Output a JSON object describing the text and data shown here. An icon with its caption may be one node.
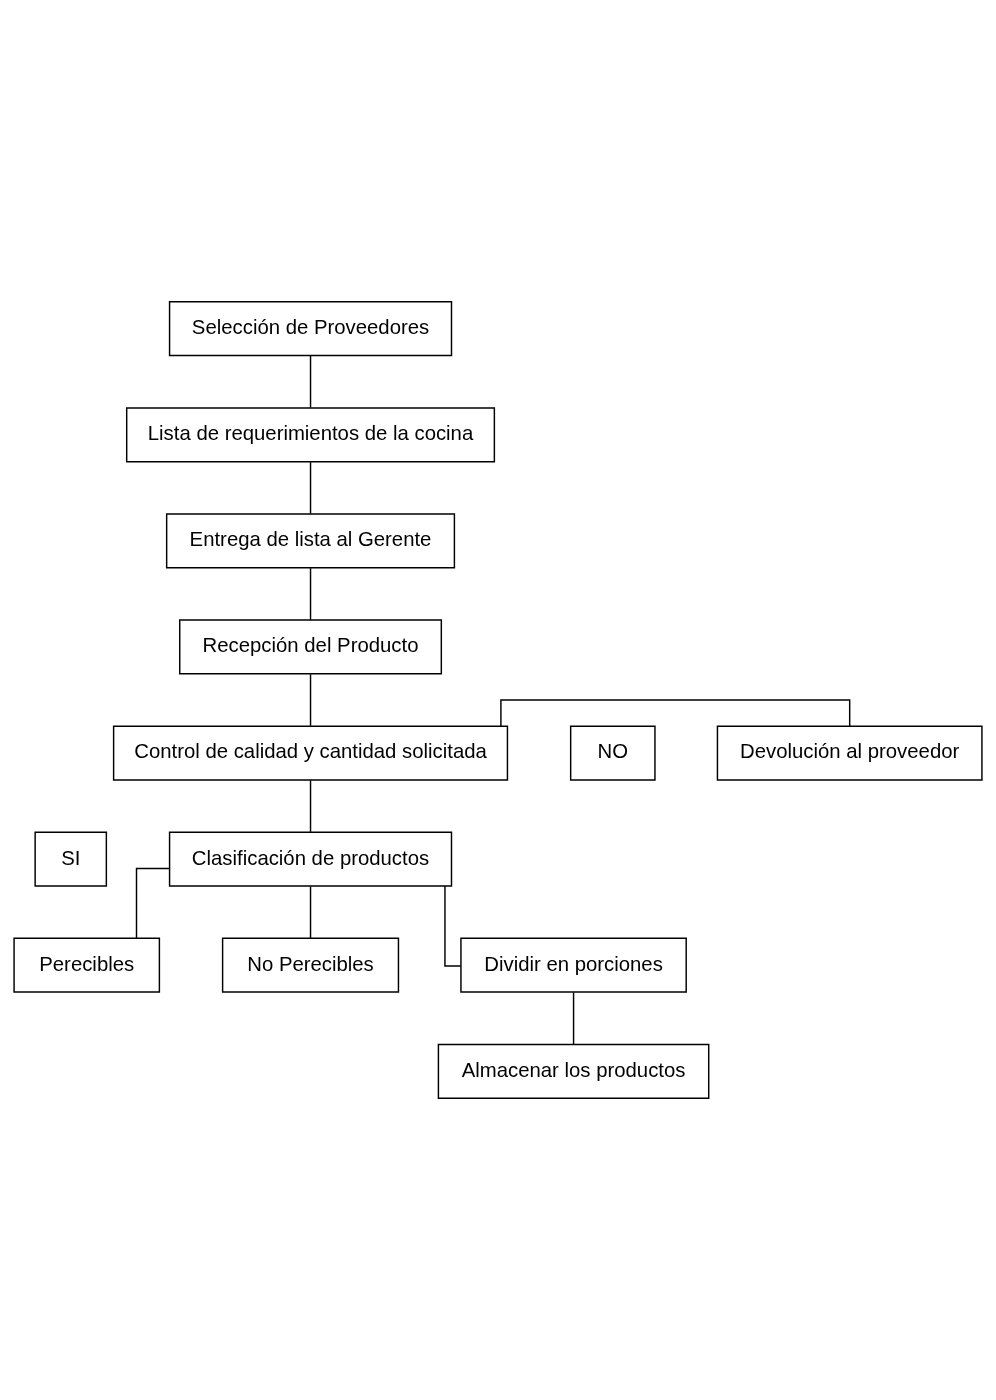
{
  "diagram": {
    "nodes": [
      {
        "text": [
          "Selección de Proveedores"
        ]
      },
      {
        "text": [
          "Lista de requerimientos de la cocina"
        ]
      },
      {
        "text": [
          "Entrega de lista al Gerente"
        ]
      },
      {
        "text": [
          "Recepción del Producto"
        ]
      },
      {
        "text": [
          "Control de calidad y cantidad solicitada"
        ]
      },
      {
        "text": [
          "Devolución al proveedor"
        ]
      },
      {
        "text": [
          "NO"
        ]
      },
      {
        "text": [
          "SI"
        ]
      },
      {
        "text": [
          "Clasificación de productos"
        ]
      },
      {
        "text": [
          "Perecibles"
        ]
      },
      {
        "text": [
          "No Perecibles"
        ]
      },
      {
        "text": [
          "Dividir en porciones"
        ]
      },
      {
        "text": [
          "Almacenar los productos"
        ]
      }
    ],
    "edges": [
      {
        "from": 0,
        "to": 1,
        "arrow": "none"
      },
      {
        "from": 1,
        "to": 2,
        "arrow": "none"
      },
      {
        "from": 2,
        "to": 3,
        "arrow": "none"
      },
      {
        "from": 3,
        "to": 4,
        "arrow": "none"
      },
      {
        "from": 4,
        "to": 5,
        "arrow": "none"
      },
      {
        "from": 4,
        "to": 8,
        "arrow": "none"
      },
      {
        "from": 8,
        "to": 9,
        "arrow": "none"
      },
      {
        "from": 8,
        "to": 10,
        "arrow": "none"
      },
      {
        "from": 8,
        "to": 11,
        "arrow": "none"
      },
      {
        "from": 11,
        "to": 12,
        "arrow": "none"
      }
    ]
  }
}
